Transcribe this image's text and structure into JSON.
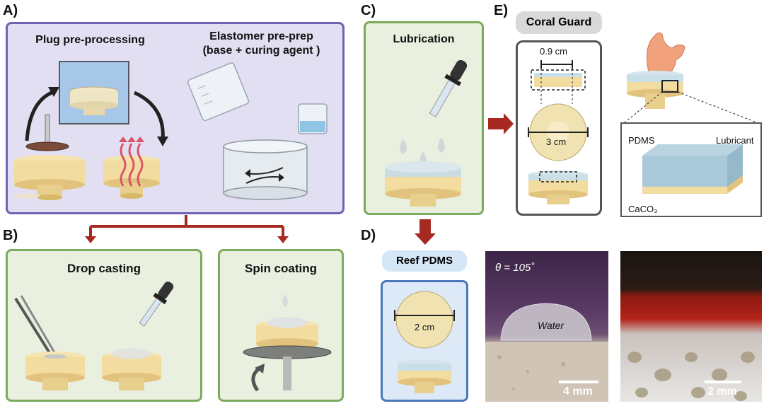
{
  "panel_labels": {
    "a": "A)",
    "b": "B)",
    "c": "C)",
    "d": "D)",
    "e": "E)"
  },
  "panel_a": {
    "title_left": "Plug pre-processing",
    "title_right_line1": "Elastomer pre-prep",
    "title_right_line2": "(base + curing agent )"
  },
  "panel_b": {
    "left_title": "Drop casting",
    "right_title": "Spin coating"
  },
  "panel_c": {
    "title": "Lubrication"
  },
  "panel_d": {
    "pill": "Reef PDMS",
    "dim": "2 cm",
    "angle": "θ = 105˚",
    "water": "Water",
    "scale1": "4 mm",
    "scale2": "2 mm"
  },
  "panel_e": {
    "pill": "Coral Guard",
    "dim_top": "0.9 cm",
    "dim_mid": "3 cm",
    "pdms": "PDMS",
    "lubricant": "Lubricant",
    "caco3": "CaCO₃"
  },
  "colors": {
    "panel_a_bg": "#e3dff2",
    "panel_a_border": "#6f62b3",
    "green_bg": "#eaf0df",
    "green_border": "#7bab5c",
    "blue_bg": "#dde9f6",
    "blue_border": "#4a78b8",
    "arrow_red": "#a62a22",
    "coral": "#f1a27d",
    "plug": "#f2dca0",
    "plug_dark": "#d7b865"
  }
}
